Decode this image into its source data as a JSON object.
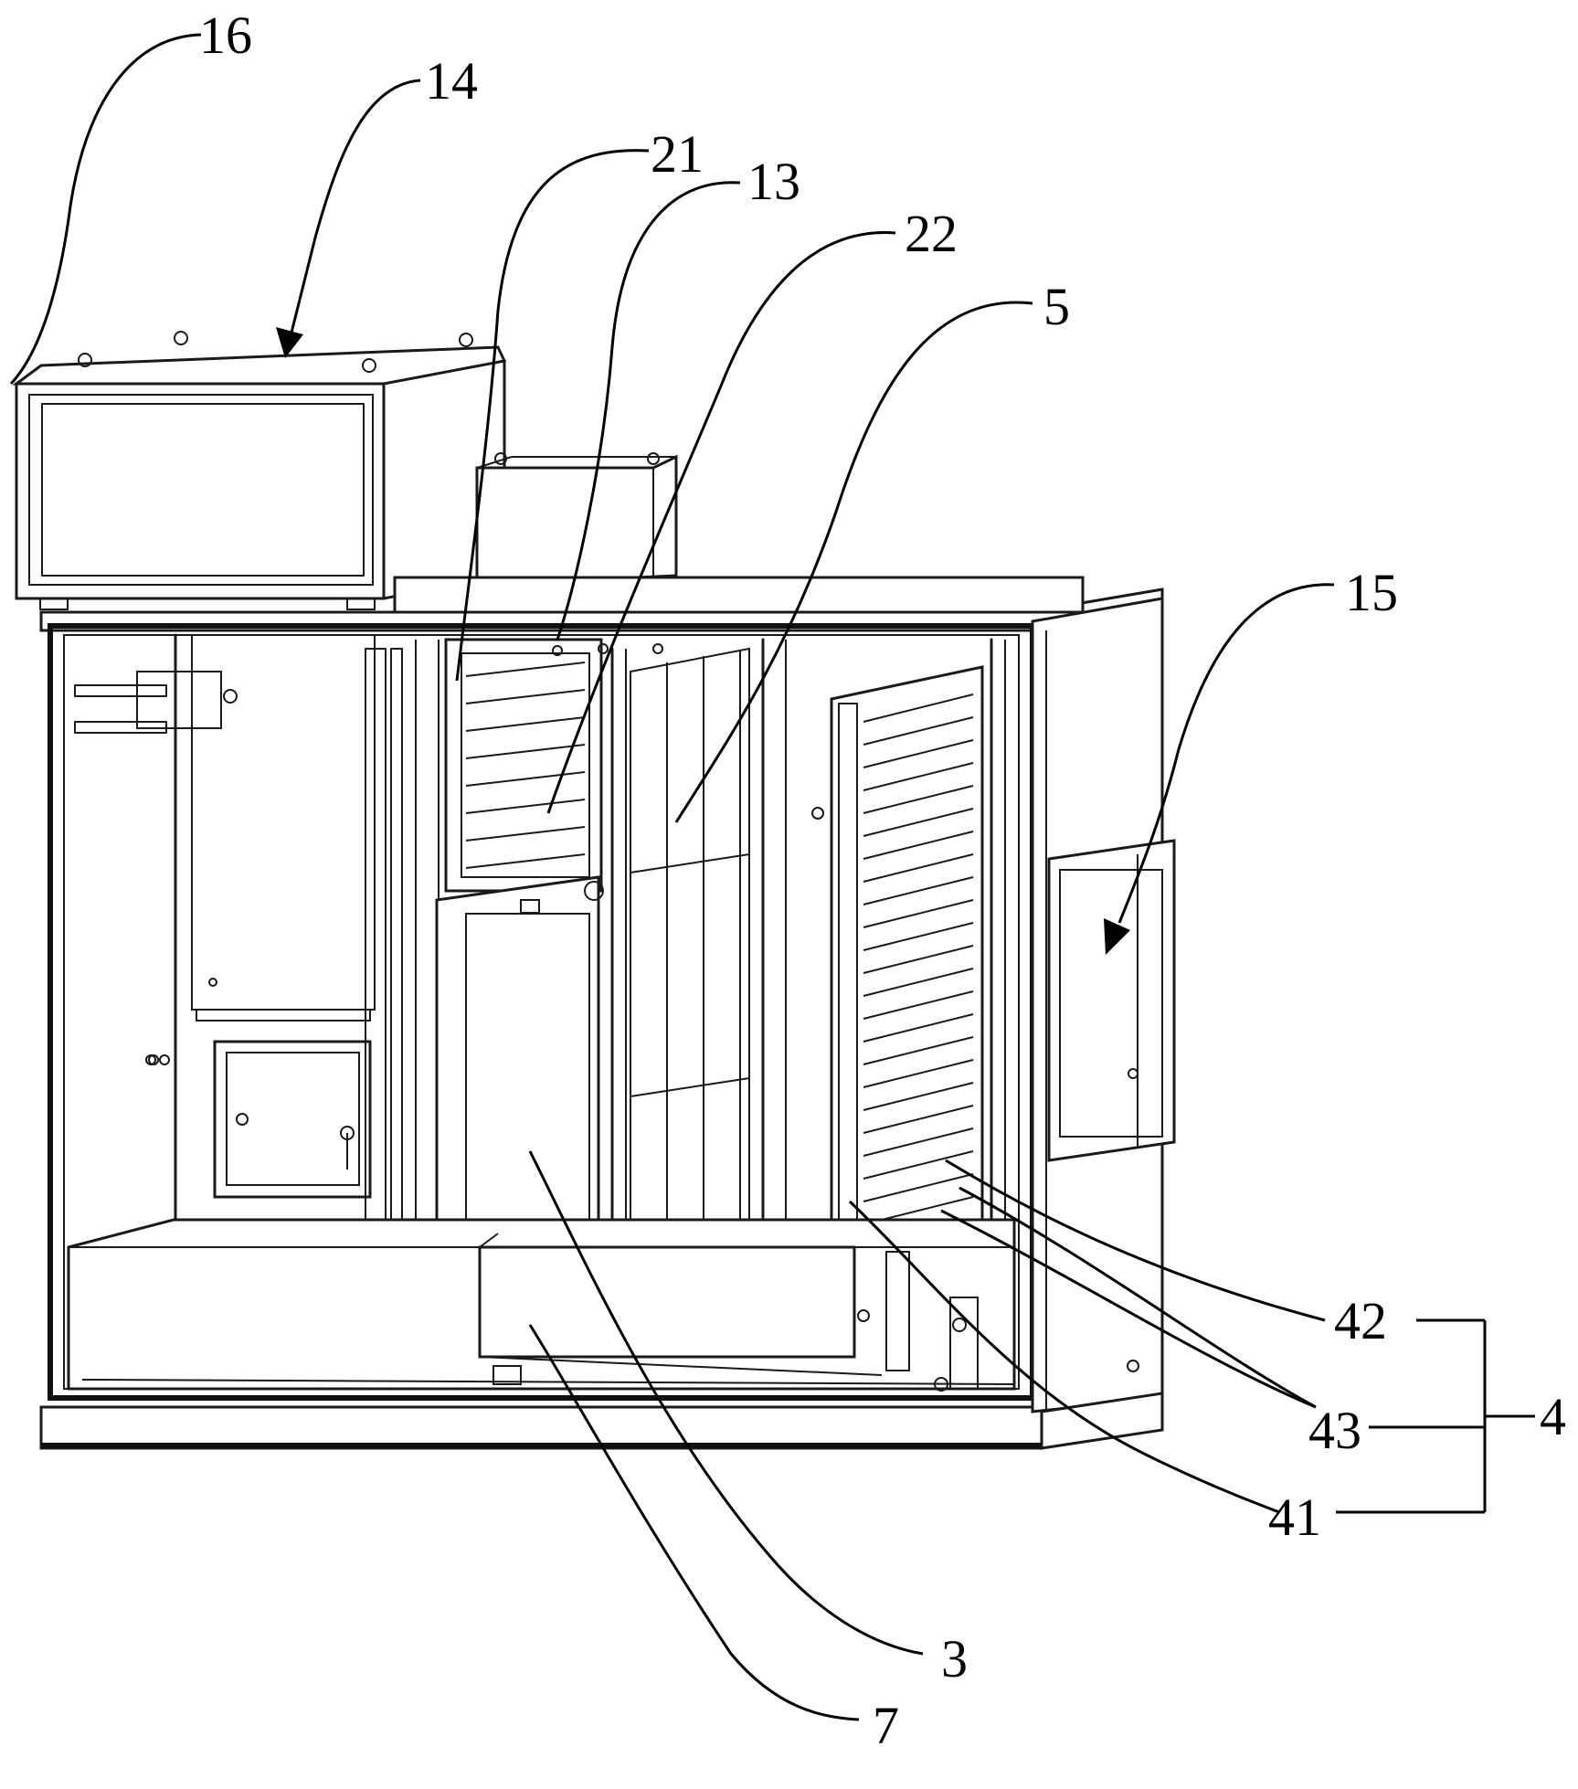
{
  "labels": {
    "l16": "16",
    "l14": "14",
    "l21": "21",
    "l13": "13",
    "l22": "22",
    "l5": "5",
    "l15": "15",
    "l42": "42",
    "l43": "43",
    "l41": "41",
    "l4": "4",
    "l3": "3",
    "l7": "7"
  }
}
